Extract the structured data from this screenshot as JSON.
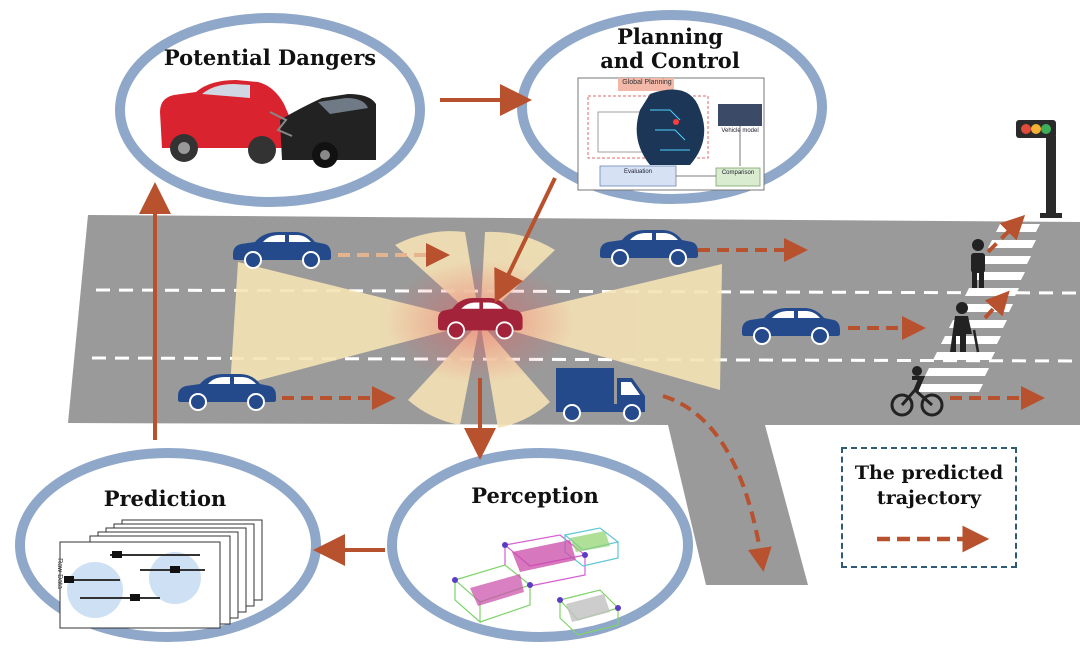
{
  "stages": {
    "potential_dangers": "Potential Dangers",
    "planning_line1": "Planning",
    "planning_line2": "and Control",
    "prediction": "Prediction",
    "perception": "Perception"
  },
  "legend": {
    "line1": "The predicted",
    "line2": "trajectory"
  },
  "planning_thumbnail": {
    "header": "Global Planning",
    "box_evaluation": "Evaluation",
    "box_comparison": "Comparison",
    "box_vehicle_model": "Vehicle model"
  },
  "prediction_thumbnail": {
    "axis_label": "Raw Data"
  },
  "colors": {
    "road": "#9a9a9a",
    "lane_marking": "#ffffff",
    "ego_car": "#a3243a",
    "other_vehicles": "#244a8c",
    "trajectory": "#b8512e",
    "stage_ring": "#8fa7c9",
    "sensor_fan": "#f5e3b5",
    "legend_border": "#2e5a73"
  },
  "icons": [
    "traffic-light-icon",
    "pedestrian-icon",
    "elderly-pedestrian-icon",
    "cyclist-icon",
    "car-icon",
    "truck-icon"
  ]
}
